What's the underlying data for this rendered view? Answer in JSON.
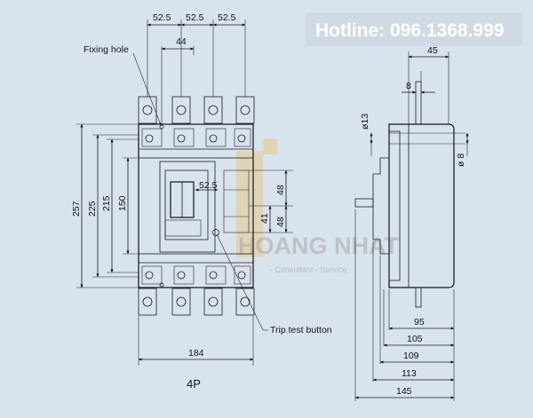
{
  "hotline": "Hotline: 096.1368.999",
  "watermark": {
    "name": "HOANG NHAT",
    "tagline": "- Consultant - Service"
  },
  "front_view": {
    "top_dims": [
      "52.5",
      "52.5",
      "52.5"
    ],
    "pitch": "44",
    "fixing_hole_label": "Fixing hole",
    "left_dims": [
      "257",
      "225",
      "215",
      "150"
    ],
    "inner_dims": {
      "d525": "52.5",
      "d48a": "48",
      "d48b": "48",
      "d41": "41"
    },
    "bottom_dim": "184",
    "model": "4P",
    "trip_label": "Trip test button"
  },
  "side_view": {
    "top_dims": [
      "45",
      "8"
    ],
    "dia_left": "ø13",
    "dia_right": "ø 8",
    "bottom_dims": [
      "95",
      "105",
      "109",
      "113",
      "145"
    ]
  }
}
